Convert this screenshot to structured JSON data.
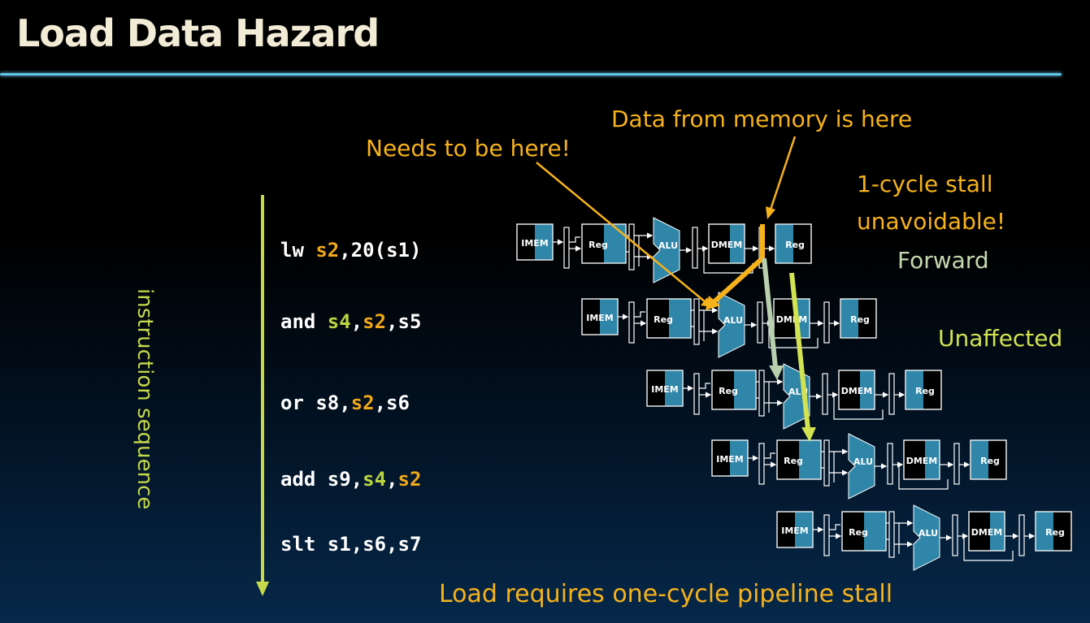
{
  "slide": {
    "title": "Load Data Hazard",
    "vertical_label": "instruction sequence",
    "footer": "Load requires one-cycle pipeline stall"
  },
  "instructions": [
    {
      "parts": [
        {
          "t": "lw ",
          "c": "w"
        },
        {
          "t": "s2",
          "c": "o"
        },
        {
          "t": ",20(s1)",
          "c": "w"
        }
      ]
    },
    {
      "parts": [
        {
          "t": "and ",
          "c": "w"
        },
        {
          "t": "s4",
          "c": "g"
        },
        {
          "t": ",",
          "c": "w"
        },
        {
          "t": "s2",
          "c": "o"
        },
        {
          "t": ",s5",
          "c": "w"
        }
      ]
    },
    {
      "parts": [
        {
          "t": "or s8,",
          "c": "w"
        },
        {
          "t": "s2",
          "c": "o"
        },
        {
          "t": ",s6",
          "c": "w"
        }
      ]
    },
    {
      "parts": [
        {
          "t": "add s9,",
          "c": "w"
        },
        {
          "t": "s4",
          "c": "g"
        },
        {
          "t": ",",
          "c": "w"
        },
        {
          "t": "s2",
          "c": "o"
        }
      ]
    },
    {
      "parts": [
        {
          "t": "slt s1,s6,s7",
          "c": "w"
        }
      ]
    }
  ],
  "annotations": {
    "data_from_memory": "Data from memory is here",
    "needs_here": "Needs to be here!",
    "stall_line1": "1-cycle stall",
    "stall_line2": "unavoidable!",
    "forward": "Forward",
    "unaffected": "Unaffected"
  },
  "stages": {
    "imem": "IMEM",
    "reg": "Reg",
    "alu": "ALU",
    "dmem": "DMEM"
  },
  "colors": {
    "background": "#000000",
    "title": "#f2ecd6",
    "rule": "#5fc4e8",
    "orange": "#f6b21a",
    "green": "#bcd640",
    "forward_arrow": "#b9cfae",
    "unaffected_arrow": "#d2e251",
    "stage_fill": "#2f86a8"
  }
}
